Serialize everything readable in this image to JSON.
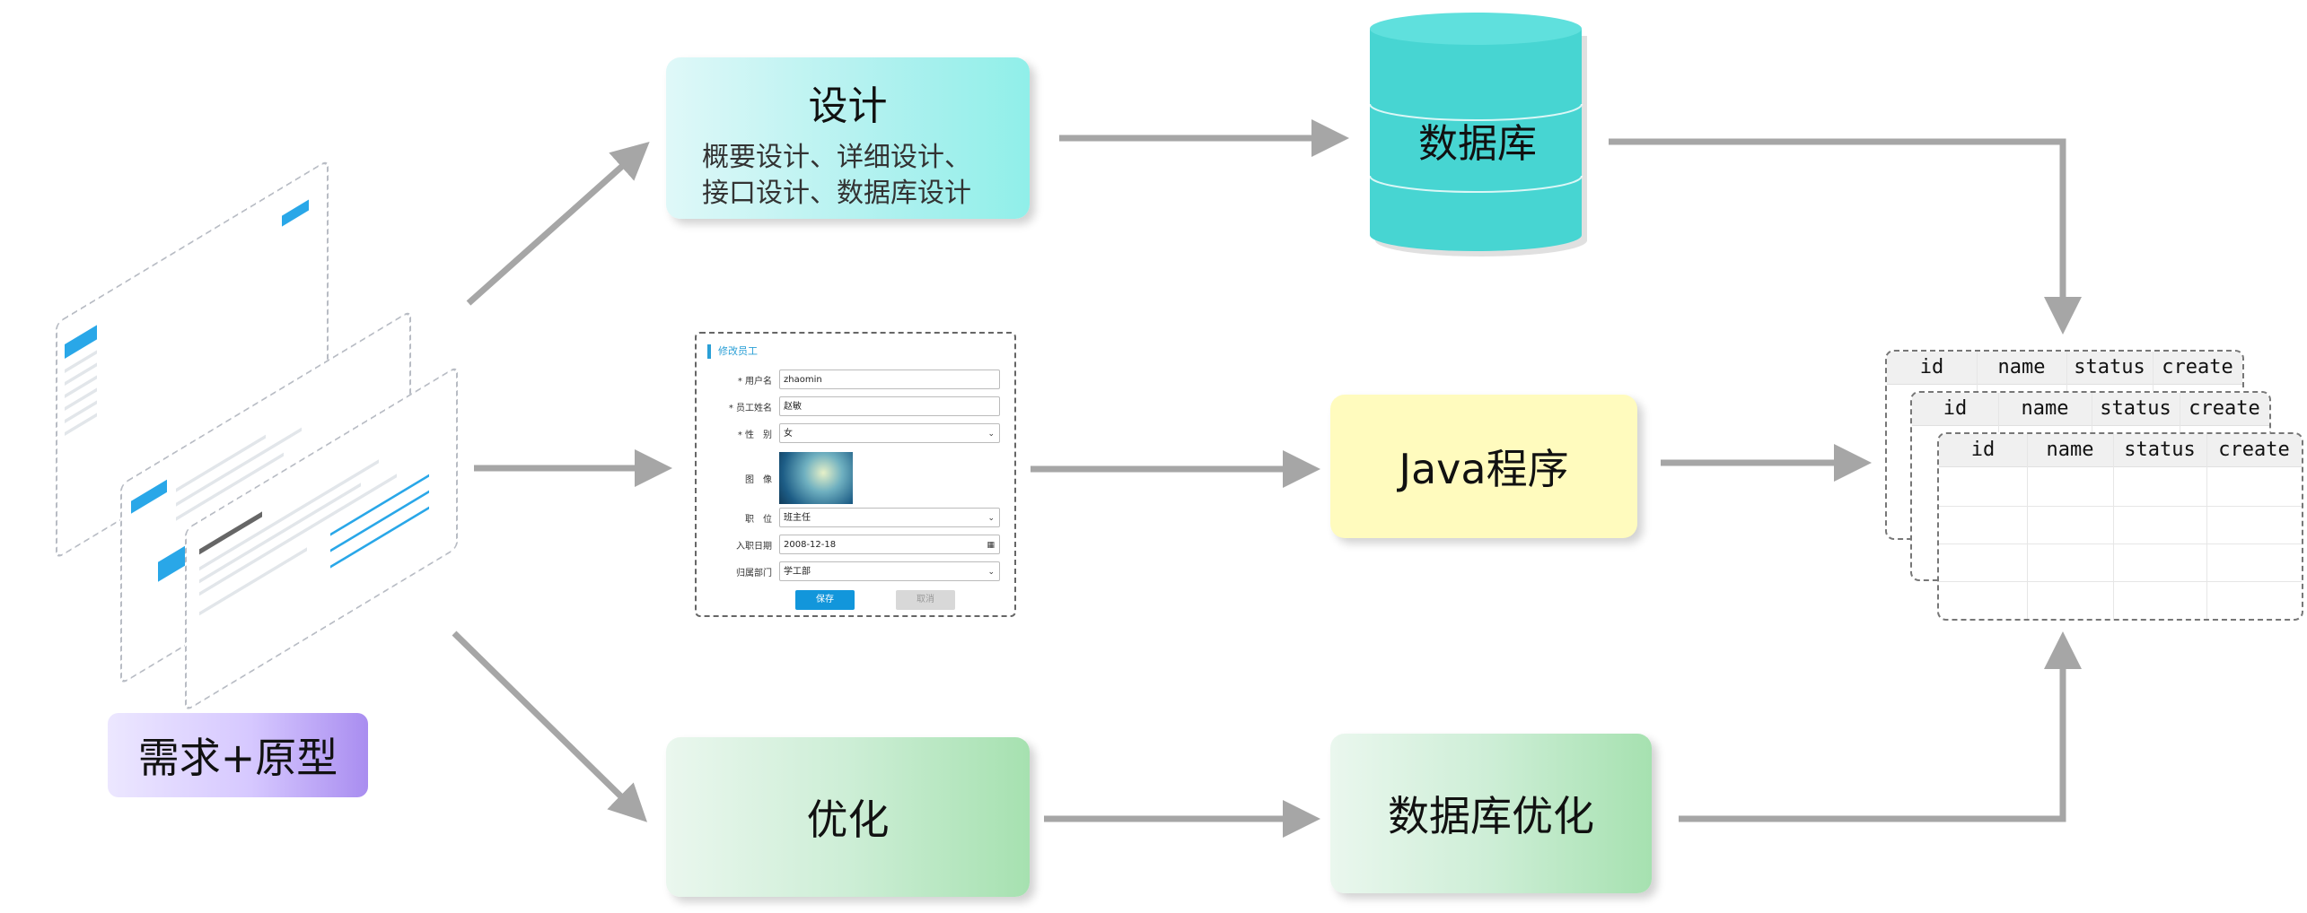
{
  "requirement_label": "需求+原型",
  "design": {
    "title": "设计",
    "line1": "概要设计、详细设计、",
    "line2": "接口设计、数据库设计"
  },
  "database_label": "数据库",
  "java_label": "Java程序",
  "optimize_label": "优化",
  "db_optimize_label": "数据库优化",
  "form": {
    "title": "修改员工",
    "fields": [
      {
        "label": "* 用户名",
        "value": "zhaomin"
      },
      {
        "label": "* 员工姓名",
        "value": "赵敏"
      },
      {
        "label": "* 性　别",
        "value": "女"
      },
      {
        "label": "图　像",
        "value": ""
      },
      {
        "label": "职　位",
        "value": "班主任"
      },
      {
        "label": "入职日期",
        "value": "2008-12-18"
      },
      {
        "label": "归属部门",
        "value": "学工部"
      }
    ],
    "save_label": "保存",
    "cancel_label": "取消"
  },
  "table": {
    "columns": [
      "id",
      "name",
      "status",
      "create"
    ]
  },
  "colors": {
    "arrow": "#a6a6a6",
    "db": "#4ad6d3",
    "java": "#fffbbe",
    "accent": "#1296db"
  }
}
